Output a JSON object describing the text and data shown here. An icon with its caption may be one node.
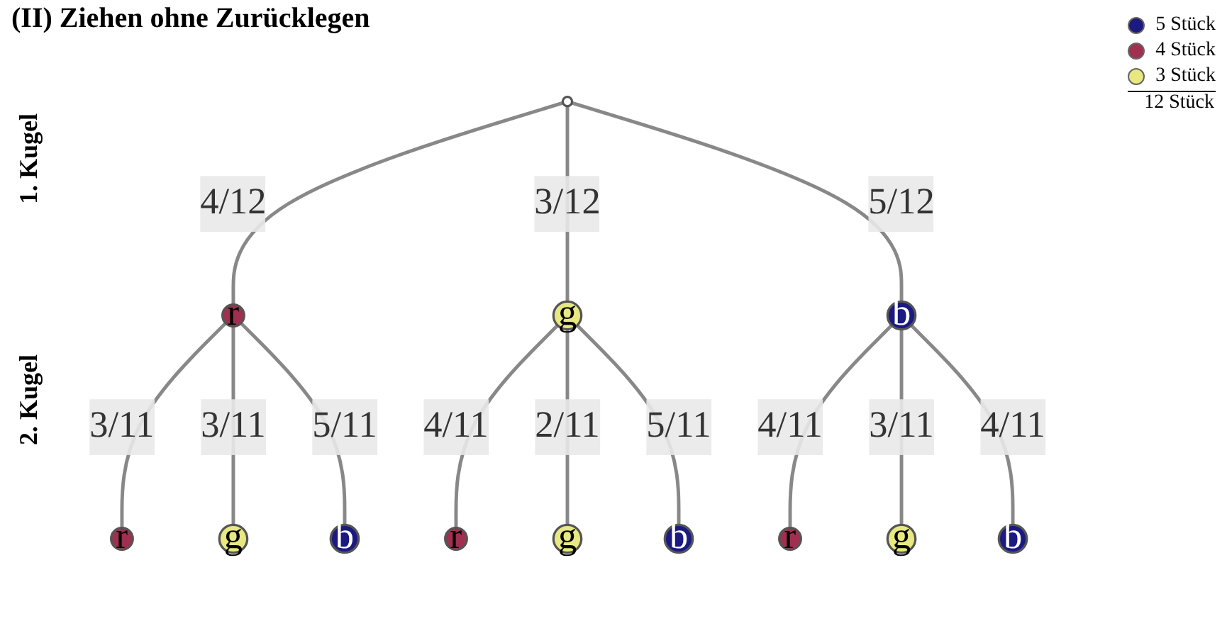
{
  "diagram": {
    "title": "(II) Ziehen ohne Zurücklegen",
    "nodes": [
      {
        "text": [],
        "shape": "circle"
      },
      {
        "text": [
          "r"
        ]
      },
      {
        "text": [
          "g"
        ]
      },
      {
        "text": [
          "b"
        ]
      },
      {
        "text": [
          "r"
        ]
      },
      {
        "text": [
          "g"
        ]
      },
      {
        "text": [
          "b"
        ]
      },
      {
        "text": [
          "r"
        ]
      },
      {
        "text": [
          "g"
        ]
      },
      {
        "text": [
          "b"
        ]
      },
      {
        "text": [
          "r"
        ]
      },
      {
        "text": [
          "g"
        ]
      },
      {
        "text": [
          "b"
        ]
      }
    ],
    "edges": [
      {
        "from": 0,
        "to": 1,
        "arrow": "none",
        "label": "4/12"
      },
      {
        "from": 0,
        "to": 2,
        "arrow": "none",
        "label": "3/12"
      },
      {
        "from": 0,
        "to": 3,
        "arrow": "none",
        "label": "5/12"
      },
      {
        "from": 1,
        "to": 4,
        "arrow": "none",
        "label": "3/11"
      },
      {
        "from": 1,
        "to": 5,
        "arrow": "none",
        "label": "3/11"
      },
      {
        "from": 1,
        "to": 6,
        "arrow": "none",
        "label": "5/11"
      },
      {
        "from": 2,
        "to": 7,
        "arrow": "none",
        "label": "4/11"
      },
      {
        "from": 2,
        "to": 8,
        "arrow": "none",
        "label": "2/11"
      },
      {
        "from": 2,
        "to": 9,
        "arrow": "none",
        "label": "5/11"
      },
      {
        "from": 3,
        "to": 10,
        "arrow": "none",
        "label": "4/11"
      },
      {
        "from": 3,
        "to": 11,
        "arrow": "none",
        "label": "3/11"
      },
      {
        "from": 3,
        "to": 12,
        "arrow": "none",
        "label": "4/11"
      }
    ],
    "labels": [
      "1. Kugel",
      "2. Kugel",
      "12 Stück"
    ],
    "legend": [
      {
        "text": "5 Stück",
        "color": "#1a1a80"
      },
      {
        "text": "4 Stück",
        "color": "#a03050"
      },
      {
        "text": "3 Stück",
        "color": "#e8e880"
      }
    ]
  }
}
